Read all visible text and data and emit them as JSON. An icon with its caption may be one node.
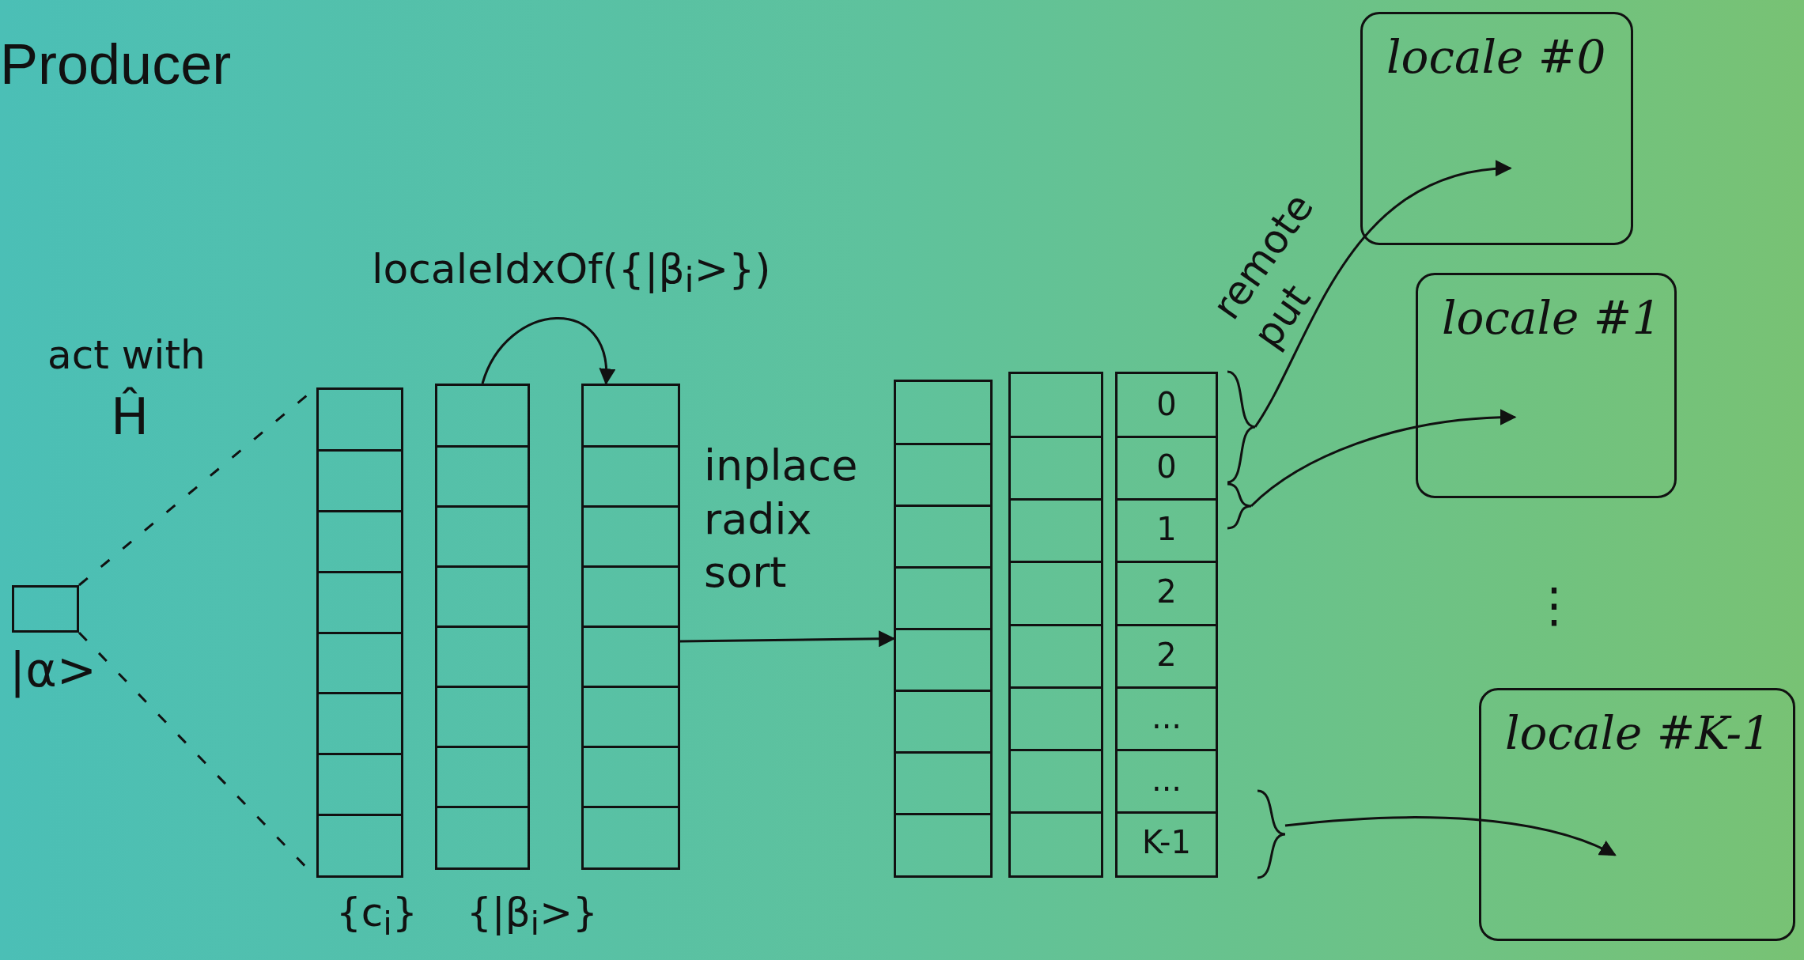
{
  "diagram": {
    "title": "Producer",
    "nodes": [
      {
        "text": [],
        "shape": "box",
        "beside": [
          "|α>"
        ]
      },
      {
        "text": [],
        "shape": "bar",
        "beside": [
          "{c$_{i}$}"
        ]
      },
      {
        "text": [],
        "shape": "bar",
        "beside": [
          "{|β$_{i}$>}"
        ]
      },
      {
        "text": [],
        "shape": "bar"
      },
      {
        "text": [],
        "shape": "bar"
      },
      {
        "text": [],
        "shape": "bar"
      },
      {
        "text": [
          "0",
          "0",
          "1",
          "2",
          "2",
          "...",
          "...",
          "K-1"
        ]
      },
      {
        "text": [],
        "shape": "brace"
      },
      {
        "text": [],
        "shape": "brace"
      },
      {
        "text": [],
        "shape": "brace"
      },
      {
        "text": [
          "locale #0"
        ]
      },
      {
        "text": [
          "locale #1"
        ]
      },
      {
        "text": [
          "locale #K-1"
        ]
      }
    ],
    "edges": [
      {
        "from": 0,
        "to": 1,
        "arrow": "none",
        "style": "dashed"
      },
      {
        "from": 0,
        "to": 1,
        "arrow": "none",
        "style": "dashed"
      },
      {
        "from": 2,
        "to": 3,
        "arrow": "to",
        "label": "localeIdxOf({|β$_{i}$>})"
      },
      {
        "from": 3,
        "to": 4,
        "arrow": "to",
        "label": "inplace radix sort"
      },
      {
        "from": 7,
        "to": 10,
        "arrow": "to",
        "label": "remote put"
      },
      {
        "from": 8,
        "to": 11,
        "arrow": "to"
      },
      {
        "from": 9,
        "to": 12,
        "arrow": "to"
      }
    ],
    "labels": [
      "act with",
      "Ĥ",
      "⋮"
    ]
  }
}
